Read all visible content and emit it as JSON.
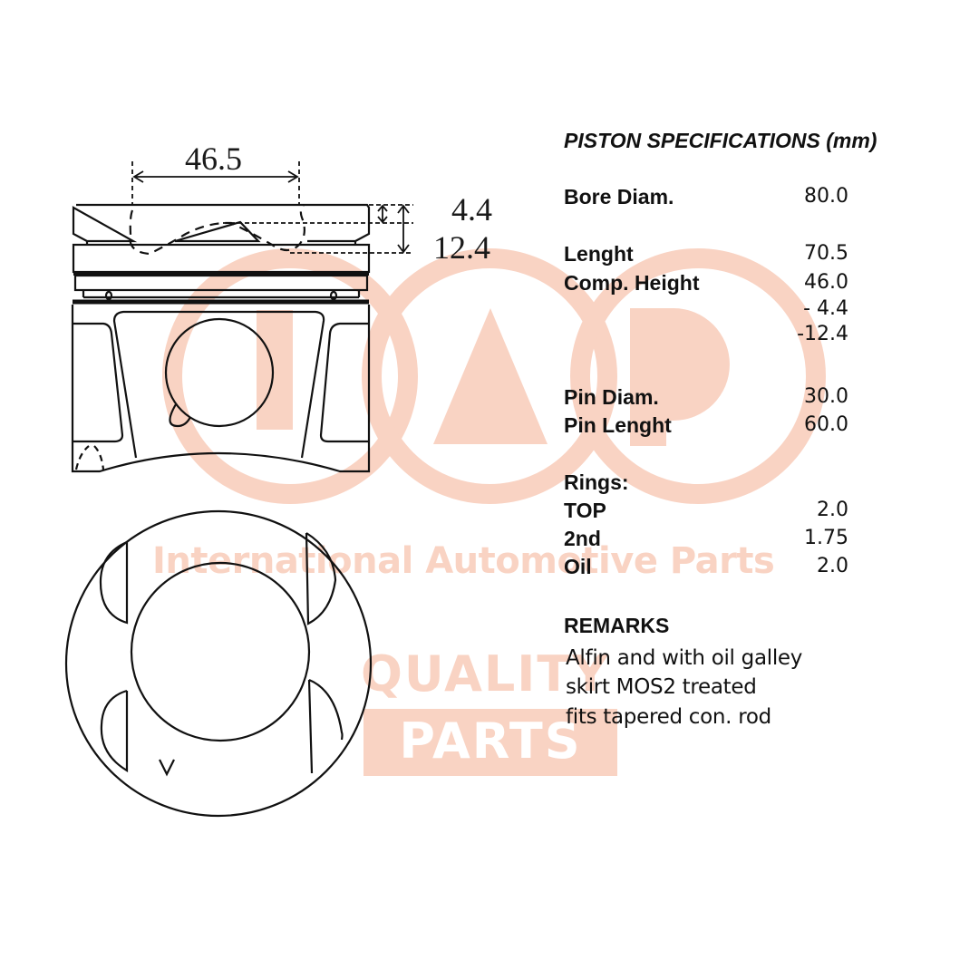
{
  "watermark": {
    "logo_letters": [
      "I",
      "A",
      "P"
    ],
    "tagline": "International Automotive Parts",
    "badge_top": "QUALITY",
    "badge_bottom": "PARTS",
    "color": "#F9D3C3"
  },
  "drawing": {
    "dimensions": {
      "bowl_width": "46.5",
      "top_land": "4.4",
      "bowl_depth": "12.4"
    },
    "views": [
      "side-view",
      "top-view"
    ],
    "line_color": "#111111"
  },
  "specs": {
    "title": "PISTON SPECIFICATIONS (mm)",
    "rows": [
      {
        "label": "Bore Diam.",
        "value": "80.0"
      },
      {
        "label": "Lenght",
        "value": "70.5"
      },
      {
        "label": "Comp. Height",
        "value": "46.0"
      },
      {
        "label": "",
        "value": "- 4.4"
      },
      {
        "label": "",
        "value": "-12.4"
      },
      {
        "label": "Pin Diam.",
        "value": "30.0"
      },
      {
        "label": "Pin Lenght",
        "value": "60.0"
      },
      {
        "label": "Rings:",
        "value": ""
      },
      {
        "label": "TOP",
        "value": "2.0"
      },
      {
        "label": "2nd",
        "value": "1.75"
      },
      {
        "label": "Oil",
        "value": "2.0"
      }
    ]
  },
  "remarks": {
    "title": "REMARKS",
    "lines": [
      "Alfin and with oil galley",
      "skirt MOS2 treated",
      "fits tapered con. rod"
    ]
  }
}
